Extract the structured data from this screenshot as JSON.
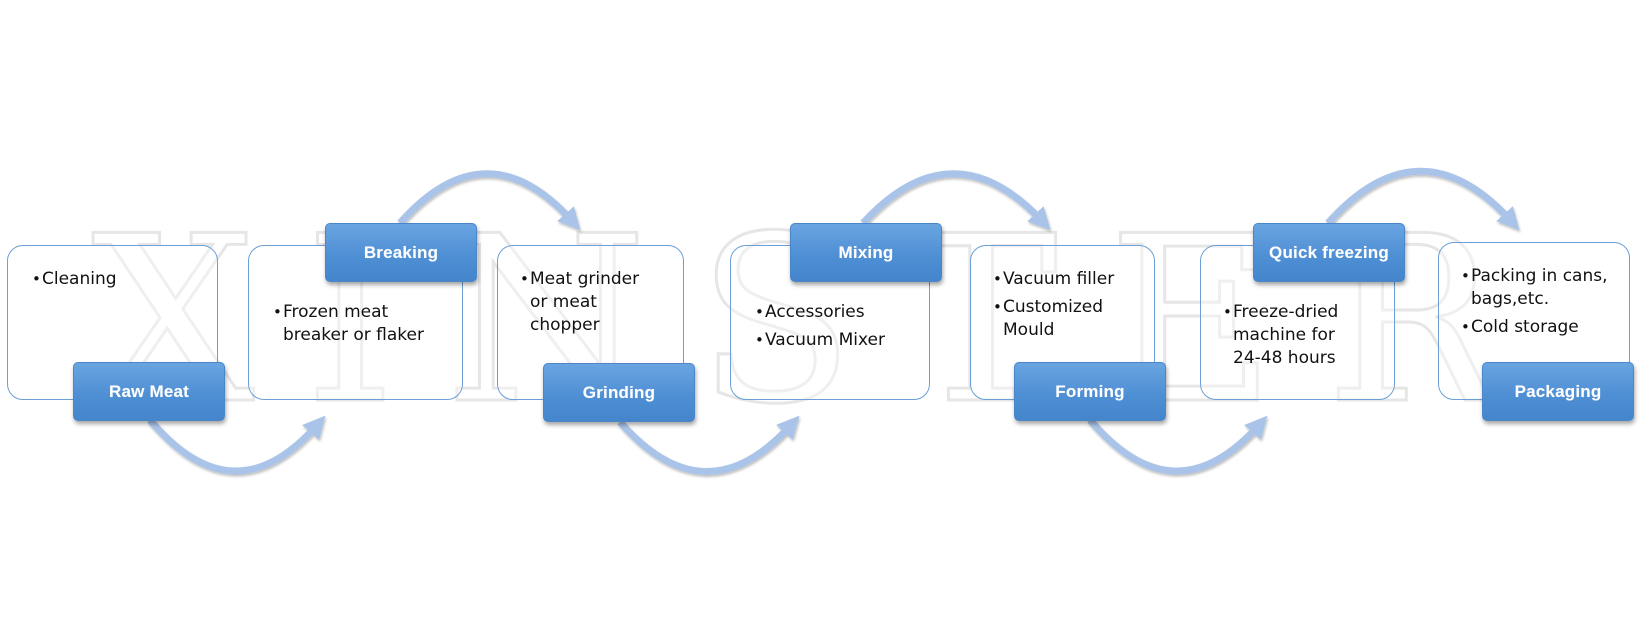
{
  "diagram": {
    "title": "Freeze-dried meat processing flow",
    "watermark": "XINSTER",
    "colors": {
      "label_fill": "#4f8fd4",
      "box_border": "#6b9fd6",
      "arrow": "#a9c4e8",
      "text": "#111111",
      "label_text": "#ffffff"
    },
    "steps": [
      {
        "label": "Raw Meat",
        "label_position": "bottom",
        "items": [
          "Cleaning"
        ]
      },
      {
        "label": "Breaking",
        "label_position": "top",
        "items": [
          "Frozen meat breaker or flaker"
        ]
      },
      {
        "label": "Grinding",
        "label_position": "bottom",
        "items": [
          "Meat grinder or meat chopper"
        ]
      },
      {
        "label": "Mixing",
        "label_position": "top",
        "items": [
          "Accessories",
          "Vacuum Mixer"
        ]
      },
      {
        "label": "Forming",
        "label_position": "bottom",
        "items": [
          "Vacuum filler",
          "Customized Mould"
        ]
      },
      {
        "label": "Quick freezing",
        "label_position": "top",
        "items": [
          "Freeze-dried machine for 24-48 hours"
        ]
      },
      {
        "label": "Packaging",
        "label_position": "bottom",
        "items": [
          "Packing in cans, bags,etc.",
          "Cold storage"
        ]
      }
    ],
    "connectors": [
      {
        "from": "Raw Meat",
        "to": "Breaking",
        "direction": "below"
      },
      {
        "from": "Breaking",
        "to": "Grinding",
        "direction": "above"
      },
      {
        "from": "Grinding",
        "to": "Mixing",
        "direction": "below"
      },
      {
        "from": "Mixing",
        "to": "Forming",
        "direction": "above"
      },
      {
        "from": "Forming",
        "to": "Quick freezing",
        "direction": "below"
      },
      {
        "from": "Quick freezing",
        "to": "Packaging",
        "direction": "above"
      }
    ]
  }
}
